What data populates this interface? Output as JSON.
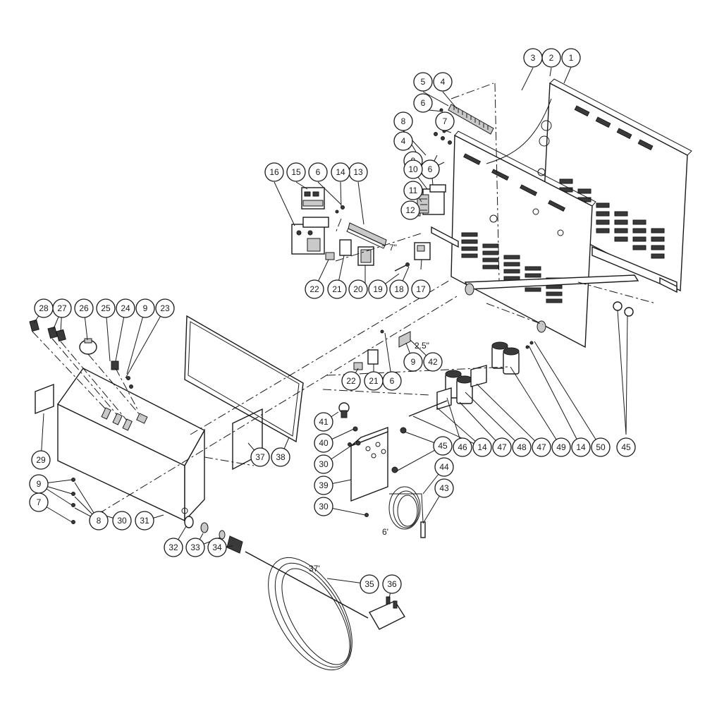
{
  "balloons": [
    "1",
    "2",
    "3",
    "4",
    "5",
    "6",
    "7",
    "8",
    "9",
    "10",
    "11",
    "12",
    "13",
    "14",
    "15",
    "16",
    "17",
    "18",
    "19",
    "20",
    "21",
    "22",
    "23",
    "24",
    "25",
    "26",
    "27",
    "28",
    "29",
    "30",
    "31",
    "32",
    "33",
    "34",
    "35",
    "36",
    "37",
    "38",
    "39",
    "40",
    "41",
    "42",
    "43",
    "44",
    "45",
    "46",
    "47",
    "48",
    "49",
    "50"
  ],
  "dimensions": {
    "din_rail_top": "7\"",
    "din_rail_small": "2.5\"",
    "probe_cable": "6'",
    "power_cord": "37'"
  },
  "colors": {
    "line": "#1a1a1a",
    "background": "#ffffff"
  }
}
